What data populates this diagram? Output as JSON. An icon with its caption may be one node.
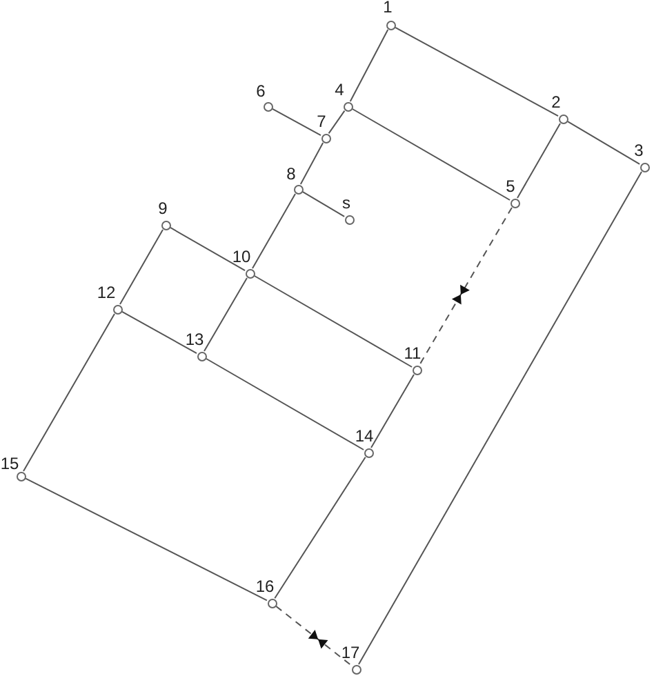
{
  "diagram": {
    "nodes": [
      {
        "text": [],
        "shape": "circle",
        "beside": [
          "1"
        ]
      },
      {
        "text": [],
        "shape": "circle",
        "beside": [
          "2"
        ]
      },
      {
        "text": [],
        "shape": "circle",
        "beside": [
          "3"
        ]
      },
      {
        "text": [],
        "shape": "circle",
        "beside": [
          "4"
        ]
      },
      {
        "text": [],
        "shape": "circle",
        "beside": [
          "5"
        ]
      },
      {
        "text": [],
        "shape": "circle",
        "beside": [
          "6"
        ]
      },
      {
        "text": [],
        "shape": "circle",
        "beside": [
          "7"
        ]
      },
      {
        "text": [],
        "shape": "circle",
        "beside": [
          "8"
        ]
      },
      {
        "text": [],
        "shape": "circle",
        "beside": [
          "s"
        ]
      },
      {
        "text": [],
        "shape": "circle",
        "beside": [
          "9"
        ]
      },
      {
        "text": [],
        "shape": "circle",
        "beside": [
          "10"
        ]
      },
      {
        "text": [],
        "shape": "circle",
        "beside": [
          "11"
        ]
      },
      {
        "text": [],
        "shape": "circle",
        "beside": [
          "12"
        ]
      },
      {
        "text": [],
        "shape": "circle",
        "beside": [
          "13"
        ]
      },
      {
        "text": [],
        "shape": "circle",
        "beside": [
          "14"
        ]
      },
      {
        "text": [],
        "shape": "circle",
        "beside": [
          "15"
        ]
      },
      {
        "text": [],
        "shape": "circle",
        "beside": [
          "16"
        ]
      },
      {
        "text": [],
        "shape": "circle",
        "beside": [
          "17"
        ]
      }
    ],
    "edges": [
      {
        "from": 0,
        "to": 1,
        "arrow": "none"
      },
      {
        "from": 1,
        "to": 2,
        "arrow": "none"
      },
      {
        "from": 0,
        "to": 3,
        "arrow": "none"
      },
      {
        "from": 3,
        "to": 4,
        "arrow": "none"
      },
      {
        "from": 1,
        "to": 4,
        "arrow": "none"
      },
      {
        "from": 5,
        "to": 6,
        "arrow": "none"
      },
      {
        "from": 3,
        "to": 6,
        "arrow": "none"
      },
      {
        "from": 6,
        "to": 7,
        "arrow": "none"
      },
      {
        "from": 7,
        "to": 8,
        "arrow": "none"
      },
      {
        "from": 7,
        "to": 10,
        "arrow": "none"
      },
      {
        "from": 4,
        "to": 11,
        "arrow": "none",
        "style": "dashed"
      },
      {
        "from": 9,
        "to": 10,
        "arrow": "none"
      },
      {
        "from": 10,
        "to": 11,
        "arrow": "none"
      },
      {
        "from": 9,
        "to": 12,
        "arrow": "none"
      },
      {
        "from": 10,
        "to": 13,
        "arrow": "none"
      },
      {
        "from": 12,
        "to": 13,
        "arrow": "none"
      },
      {
        "from": 13,
        "to": 14,
        "arrow": "none"
      },
      {
        "from": 11,
        "to": 14,
        "arrow": "none"
      },
      {
        "from": 12,
        "to": 15,
        "arrow": "none"
      },
      {
        "from": 15,
        "to": 16,
        "arrow": "none"
      },
      {
        "from": 14,
        "to": 16,
        "arrow": "none"
      },
      {
        "from": 16,
        "to": 17,
        "arrow": "none",
        "style": "dashed"
      },
      {
        "from": 2,
        "to": 17,
        "arrow": "none"
      }
    ]
  }
}
